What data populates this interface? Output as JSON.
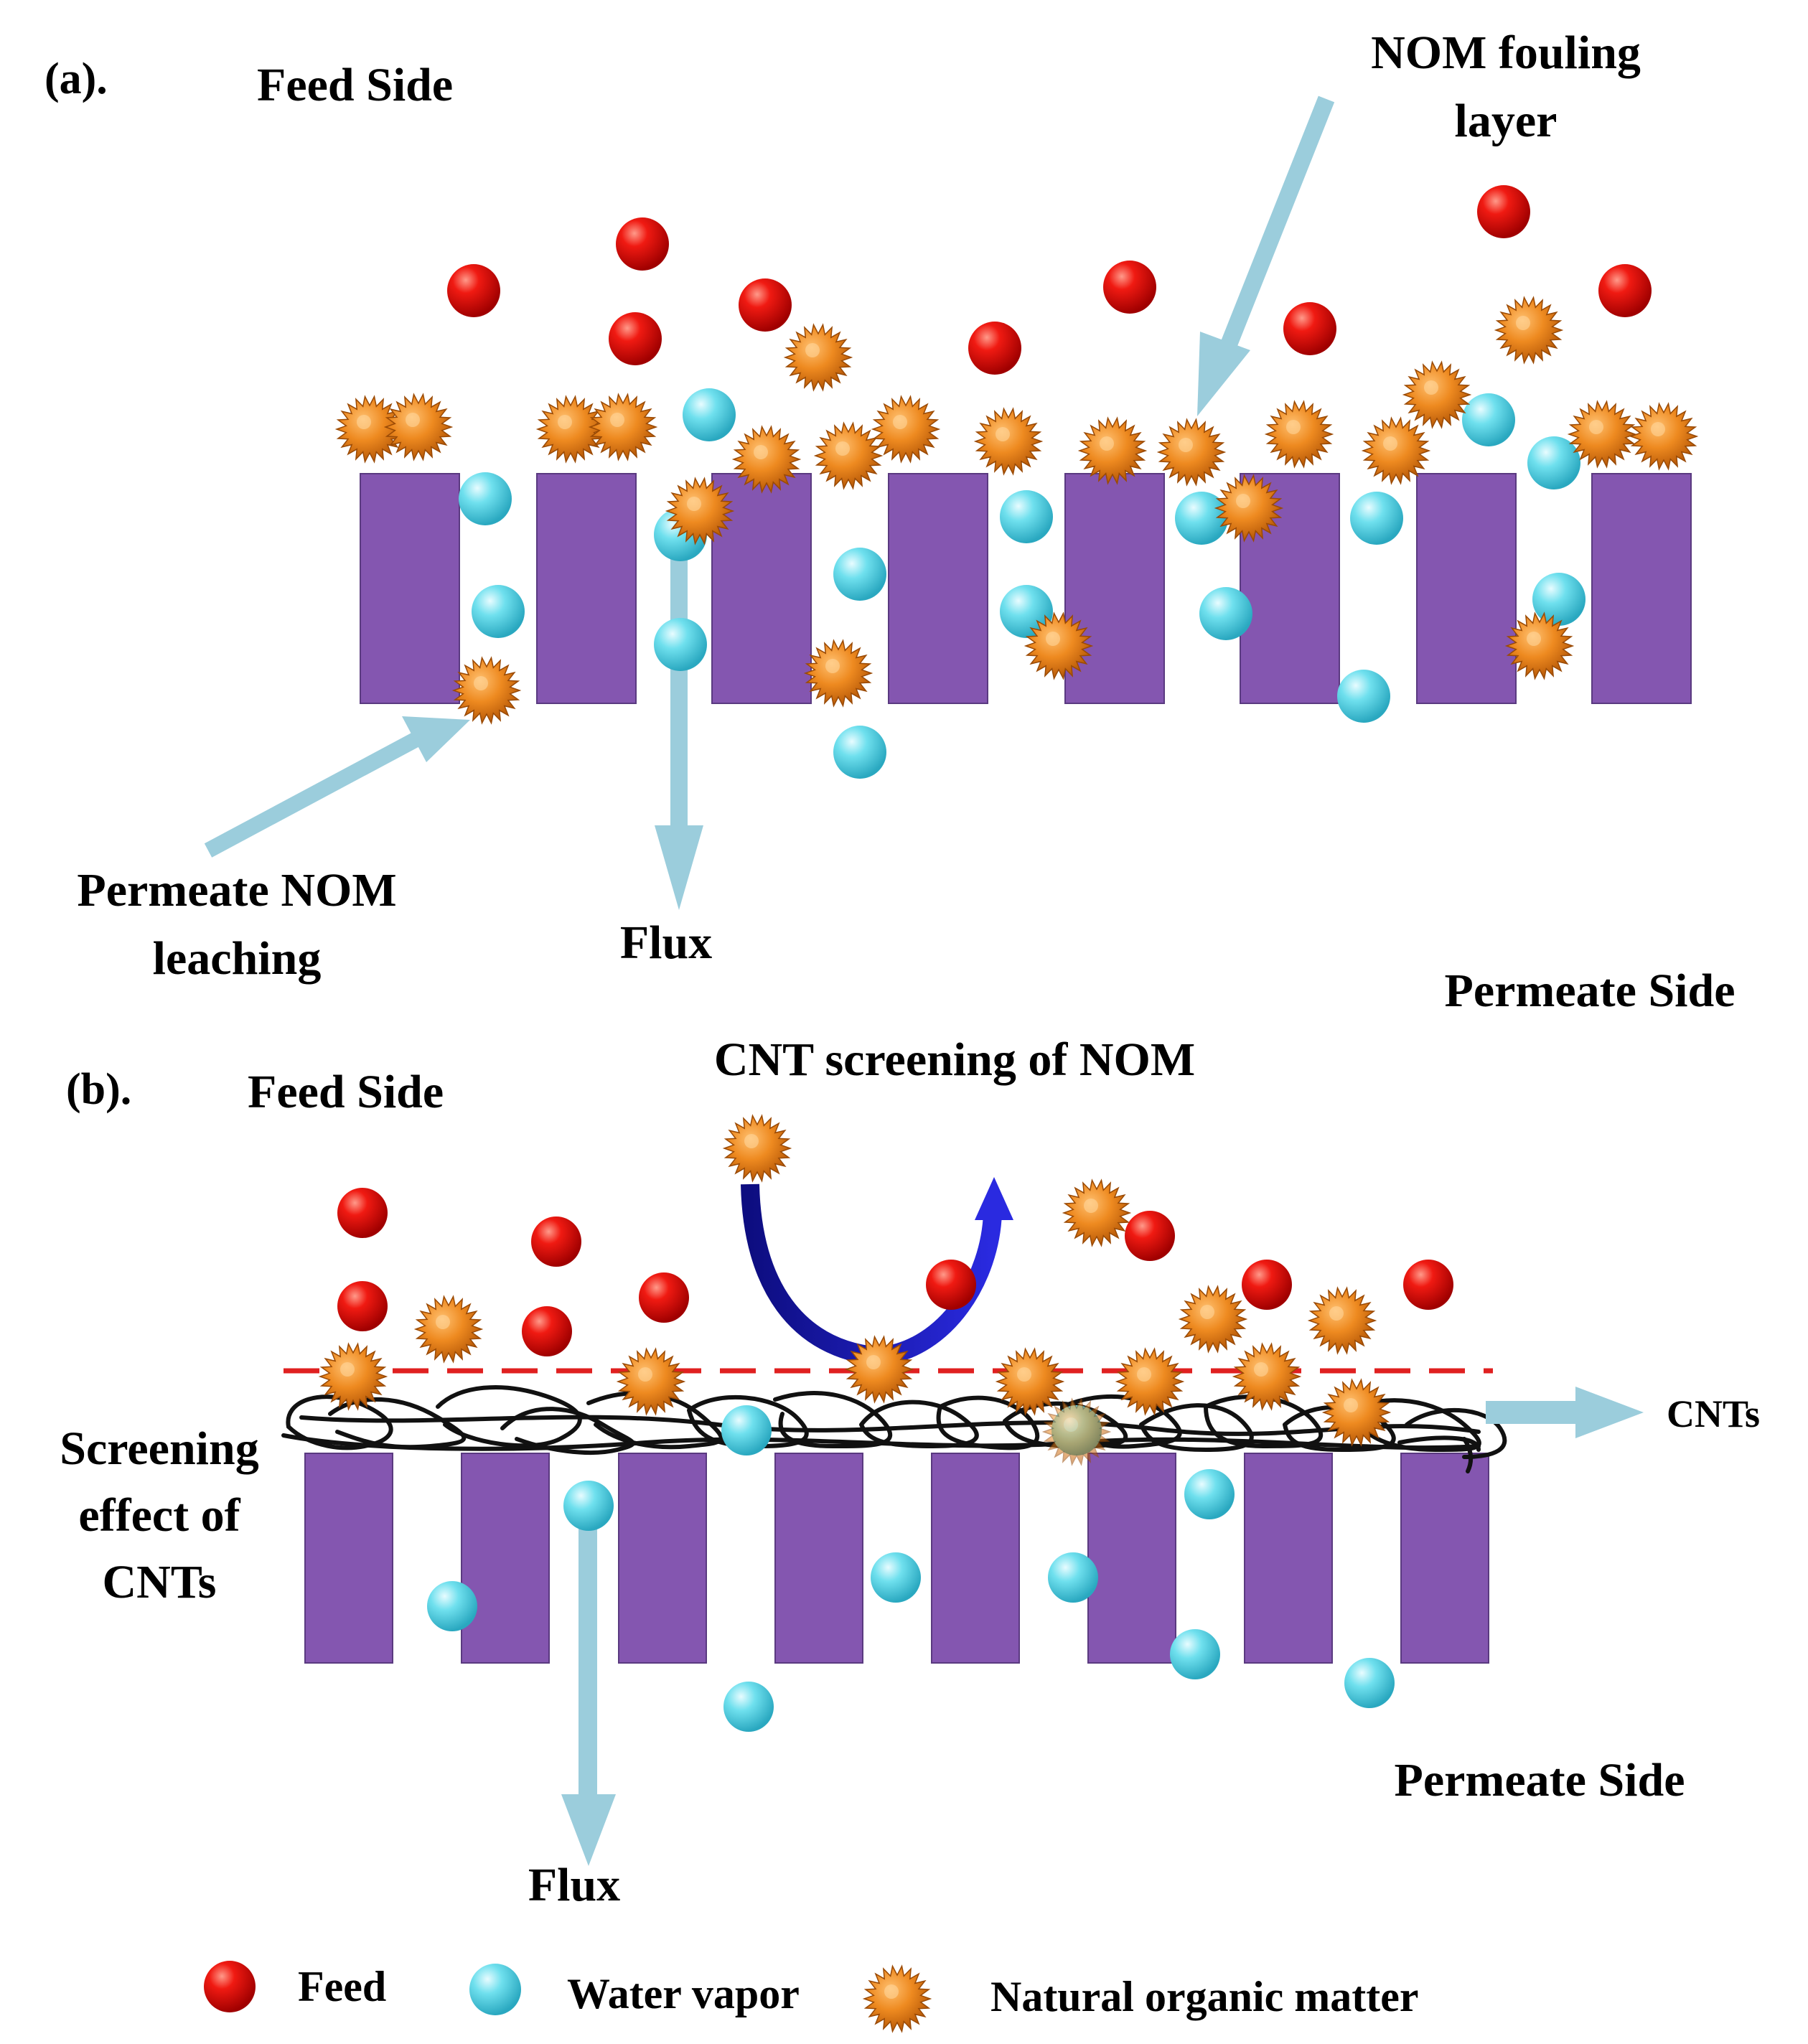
{
  "colors": {
    "membrane": "#8456b0",
    "feed": "#e01010",
    "water_vapor": "#5fd8e8",
    "nom": "#e8861c",
    "flux_arrow": "#9bcddc",
    "cnt_arrow": "#1a1ab0",
    "screen_line": "#e02020",
    "cnt": "#111111"
  },
  "icons": {
    "feed": "red-sphere",
    "water_vapor": "cyan-sphere",
    "nom": "orange-spiky-ball"
  },
  "panel_a": {
    "label": "(a).",
    "feed_side": "Feed Side",
    "fouling_line1": "NOM fouling",
    "fouling_line2": "layer",
    "leaching_line1": "Permeate NOM",
    "leaching_line2": "leaching",
    "flux": "Flux",
    "permeate_side": "Permeate Side"
  },
  "panel_b": {
    "label": "(b).",
    "feed_side": "Feed Side",
    "cnt_screening": "CNT screening of NOM",
    "screening_line1": "Screening",
    "screening_line2": "effect of",
    "screening_line3": "CNTs",
    "cnts": "CNTs",
    "flux": "Flux",
    "permeate_side": "Permeate Side"
  },
  "legend": {
    "feed": "Feed",
    "water_vapor": "Water vapor",
    "nom": "Natural organic matter"
  }
}
